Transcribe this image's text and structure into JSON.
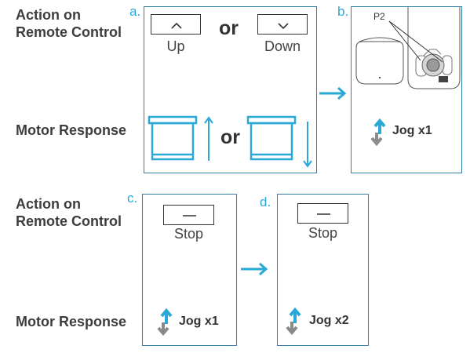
{
  "labels": {
    "action_top": "Action on\nRemote Control",
    "motor_top": "Motor Response",
    "action_bottom": "Action on\nRemote Control",
    "motor_bottom": "Motor Response"
  },
  "steps": {
    "a": "a.",
    "b": "b.",
    "c": "c.",
    "d": "d."
  },
  "panel_a": {
    "up_label": "Up",
    "down_label": "Down",
    "or_top": "or",
    "or_bottom": "or"
  },
  "panel_b": {
    "callout": "P2",
    "jog": "Jog x1"
  },
  "panel_c": {
    "button_label": "Stop",
    "jog": "Jog x1"
  },
  "panel_d": {
    "button_label": "Stop",
    "jog": "Jog x2"
  },
  "colors": {
    "accent": "#2aa8d6",
    "panel_border": "#2f7fa5",
    "gray_arrow": "#8a8a8a"
  },
  "icons": {
    "up": "chevron-up-icon",
    "down": "chevron-down-icon",
    "stop": "stop-dash-icon",
    "shade": "roller-shade-icon",
    "jog": "jog-arrows-icon",
    "flow": "right-arrow-icon"
  }
}
